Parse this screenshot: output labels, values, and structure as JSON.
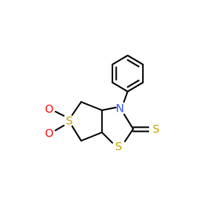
{
  "diagram": {
    "type": "chemical-structure",
    "atoms": {
      "n3": {
        "symbol": "N"
      },
      "s1": {
        "symbol": "S"
      },
      "s_exo": {
        "symbol": "S"
      },
      "s5": {
        "symbol": "S"
      },
      "o_upper": {
        "symbol": "O"
      },
      "o_lower": {
        "symbol": "O"
      }
    },
    "colors": {
      "bond": "#000000",
      "nitrogen": "#3050F8",
      "sulfur": "#C8A000",
      "oxygen": "#FF0D0D",
      "background": "#FFFFFF"
    }
  }
}
